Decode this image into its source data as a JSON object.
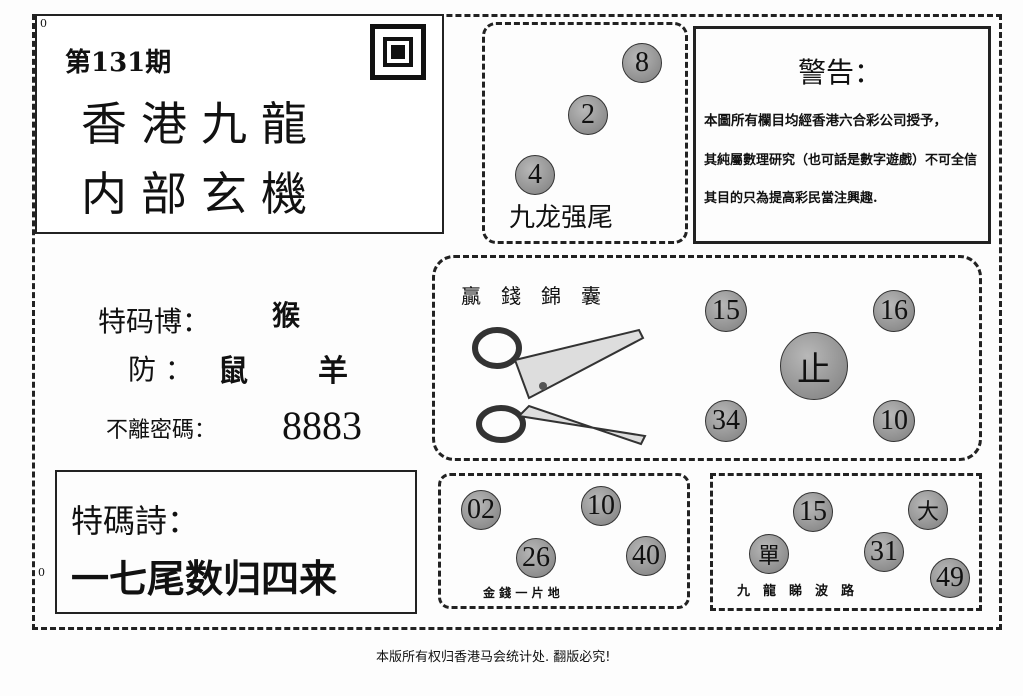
{
  "corner_marks": [
    "0",
    "0"
  ],
  "title_box": {
    "issue": "第131期",
    "line1": "香港九龍",
    "line2": "内部玄機"
  },
  "strong_tail": {
    "balls": [
      "8",
      "2",
      "4"
    ],
    "label": "九龙强尾"
  },
  "warning": {
    "title": "警告：",
    "lines": [
      "本圖所有欄目均經香港六合彩公司授予，",
      "其純屬數理研究（也可話是數字遊戲）不可全信",
      "其目的只為提高彩民當注興趣."
    ]
  },
  "special": {
    "label1": "特码博：",
    "value1": "猴",
    "label2": "防 ：",
    "value2a": "鼠",
    "value2b": "羊",
    "label3": "不離密碼：",
    "value3": "8883"
  },
  "win_kit": {
    "title": "贏　錢　錦　囊",
    "balls": [
      "15",
      "16",
      "止",
      "34",
      "10"
    ]
  },
  "poem": {
    "label": "特碼詩：",
    "text": "一七尾数归四来"
  },
  "gold_land": {
    "balls": [
      "02",
      "10",
      "26",
      "40"
    ],
    "label": "金 錢 一 片 地"
  },
  "kowloon_route": {
    "balls": [
      "15",
      "大",
      "單",
      "31",
      "49"
    ],
    "label": "九　龍　睇　波　路"
  },
  "footer": "本版所有权归香港马会统计处. 翻版必究!"
}
